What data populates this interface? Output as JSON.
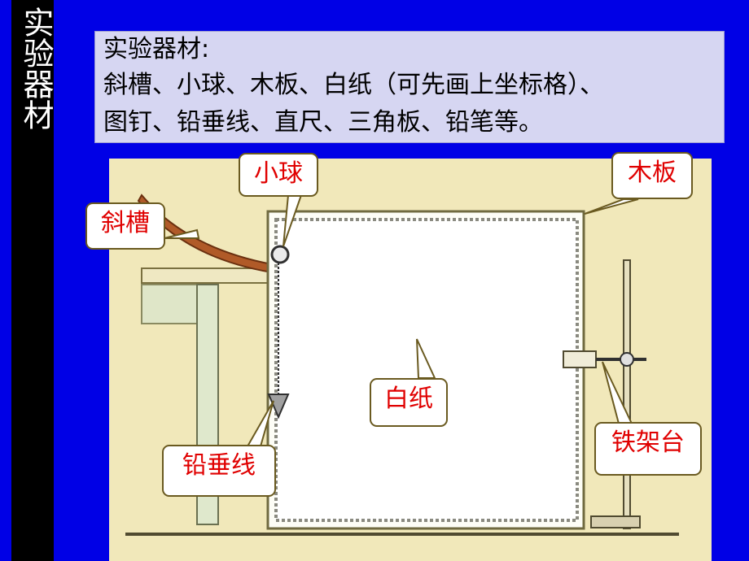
{
  "sidebar": {
    "title": "实验器材"
  },
  "materials": {
    "heading": "实验器材:",
    "line1": "斜槽、小球、木板、白纸（可先画上坐标格）、",
    "line2": "图钉、铅垂线、直尺、三角板、铅笔等。"
  },
  "labels": {
    "ball": "小球",
    "board": "木板",
    "chute": "斜槽",
    "paper": "白纸",
    "stand": "铁架台",
    "plumb": "铅垂线"
  },
  "colors": {
    "background": "#0000e6",
    "sidebar": "#000000",
    "box": "#d6d6f2",
    "figure": "#f1e8ba",
    "label_text": "#e00000",
    "wood": "#b05a28"
  }
}
